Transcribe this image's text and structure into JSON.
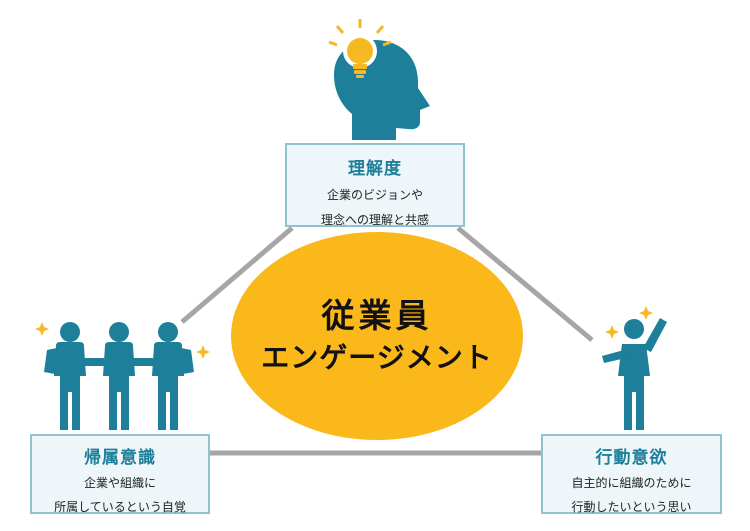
{
  "colors": {
    "person": "#1d7f99",
    "ellipse": "#fbb81b",
    "connector": "#a6a6a6",
    "box_fill": "#eef6fa",
    "box_border": "#8fc3d3",
    "title_text": "#1d7f99",
    "sparkle": "#f5b922"
  },
  "icons": {
    "top": "head-with-lightbulb-icon",
    "left": "three-people-holding-hands-icon",
    "right": "person-raising-arm-icon"
  },
  "center": {
    "line1": "従業員",
    "line2": "エンゲージメント"
  },
  "top_box": {
    "title": "理解度",
    "desc_line1": "企業のビジョンや",
    "desc_line2": "理念への理解と共感"
  },
  "left_box": {
    "title": "帰属意識",
    "desc_line1": "企業や組織に",
    "desc_line2": "所属しているという自覚"
  },
  "right_box": {
    "title": "行動意欲",
    "desc_line1": "自主的に組織のために",
    "desc_line2": "行動したいという思い"
  }
}
